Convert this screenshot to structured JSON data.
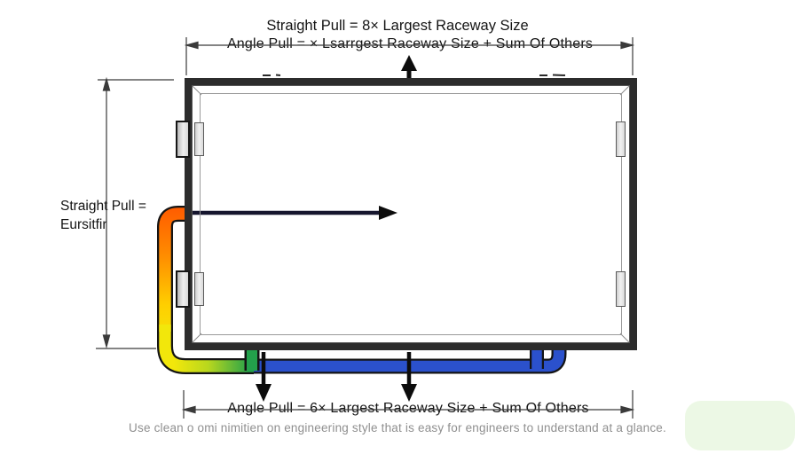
{
  "diagram": {
    "title_line": "Straight Pull = 8× Largest Raceway Size",
    "top_dimension_label": "Angle Pull = × Lsarrgest Raceway Size + Sum Of Others",
    "left_dimension_label_line1": "Straight Pull =",
    "left_dimension_label_line2": "Eursitfir",
    "bottom_dimension_label": "Angle Pull = 6× Largest Raceway Size + Sum Of Others",
    "caption": "Use clean o omi nimitien on engineering style that is easy for engineers to understand at a glance.",
    "colors": {
      "conduit_orange": "#ff5a00",
      "conduit_yellow": "#f2e70b",
      "conduit_green": "#23a14b",
      "conduit_blue": "#2b51cc",
      "flow_arrow_navy": "#16162e",
      "arrow_black": "#0c0c0c",
      "box_frame": "#2c2c2c",
      "dimension_line": "#3a3a3a",
      "caption_gray": "#8f8f8f",
      "highlight_green": "#ecf8e5"
    }
  }
}
